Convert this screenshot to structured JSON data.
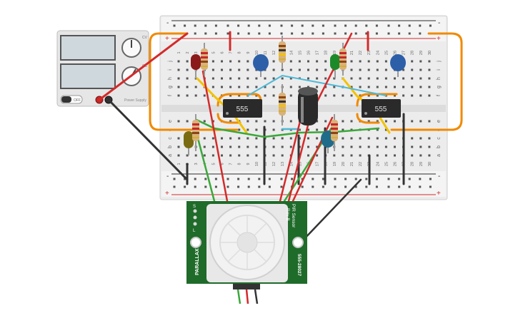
{
  "power_supply": {
    "label": "Power Supply",
    "on_label": "OFF",
    "knob_labels": [
      "CV",
      "CC"
    ],
    "readout_left": "",
    "readout_right": ""
  },
  "breadboard": {
    "column_numbers": [
      "1",
      "2",
      "3",
      "4",
      "5",
      "6",
      "7",
      "8",
      "9",
      "10",
      "11",
      "12",
      "13",
      "14",
      "15",
      "16",
      "17",
      "18",
      "19",
      "20",
      "21",
      "22",
      "23",
      "24",
      "25",
      "26",
      "27",
      "28",
      "29",
      "30"
    ],
    "row_letters_top": [
      "j",
      "i",
      "h",
      "g",
      "f"
    ],
    "row_letters_bottom": [
      "e",
      "d",
      "c",
      "b",
      "a"
    ],
    "rail_minus": "-",
    "rail_plus": "+"
  },
  "ic_chips": [
    {
      "label": "555"
    },
    {
      "label": "555"
    }
  ],
  "pir_sensor": {
    "title": "PIR Sensor",
    "revision": "Rev B",
    "part_number": "555-28027",
    "brand": "PARALLAX",
    "jumper_labels": [
      "S",
      "L"
    ]
  },
  "colors": {
    "wire_red": "#d42a2a",
    "wire_black": "#333333",
    "wire_green": "#3aa83a",
    "wire_yellow": "#f2c200",
    "wire_cyan": "#4fb9d6",
    "wire_orange": "#f08a00",
    "board_green": "#1f6b2a",
    "breadboard": "#ececec",
    "chip": "#2a2a2a"
  }
}
